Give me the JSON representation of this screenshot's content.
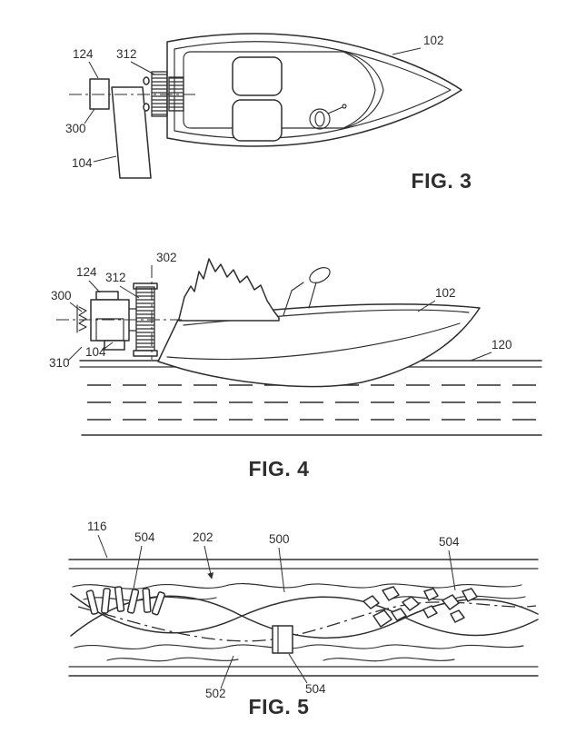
{
  "theme": {
    "ink": "#2e2e2e",
    "background": "#ffffff"
  },
  "figures": [
    {
      "caption": "FIG. 3",
      "labels": {
        "l124": "124",
        "l312": "312",
        "l300": "300",
        "l104": "104",
        "l102": "102"
      }
    },
    {
      "caption": "FIG. 4",
      "labels": {
        "l302": "302",
        "l124": "124",
        "l312": "312",
        "l300": "300",
        "l310": "310",
        "l104": "104",
        "l102": "102",
        "l120": "120"
      }
    },
    {
      "caption": "FIG. 5",
      "labels": {
        "l116": "116",
        "l504a": "504",
        "l202": "202",
        "l500": "500",
        "l504b": "504",
        "l502": "502",
        "l504c": "504"
      }
    }
  ]
}
